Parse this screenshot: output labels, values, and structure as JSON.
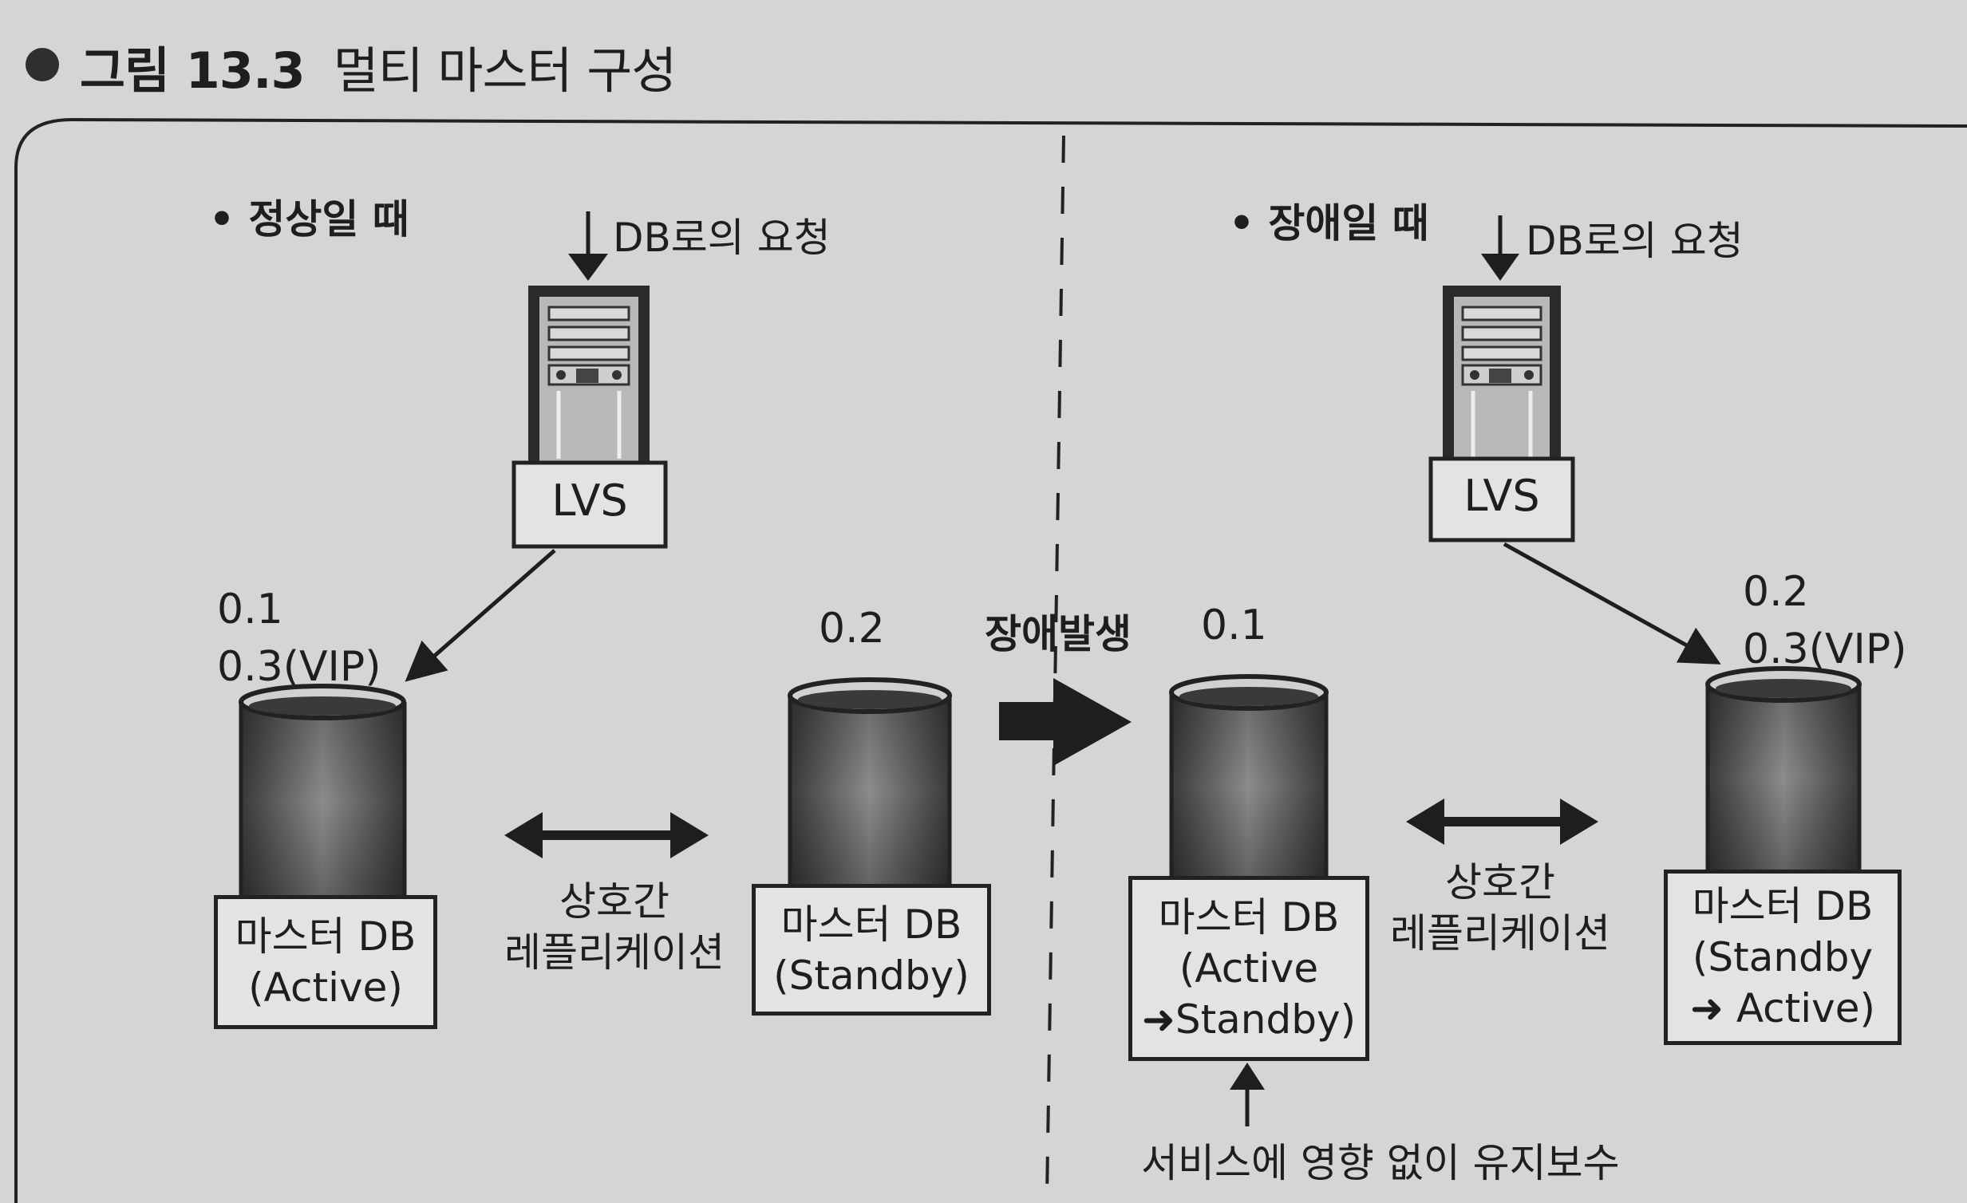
{
  "figure": {
    "number": "그림 13.3",
    "caption": "멀티 마스터 구성"
  },
  "normal": {
    "heading": "• 정상일 때",
    "request": "DB로의 요청",
    "lvs": "LVS",
    "active_ip_1": "0.1",
    "active_ip_2": "0.3(VIP)",
    "standby_ip": "0.2",
    "active_db": {
      "line1": "마스터 DB",
      "line2": "(Active)"
    },
    "standby_db": {
      "line1": "마스터 DB",
      "line2": "(Standby)"
    },
    "replication": {
      "line1": "상호간",
      "line2": "레플리케이션"
    }
  },
  "transition": {
    "label": "장애발생"
  },
  "failure": {
    "heading": "• 장애일 때",
    "request": "DB로의 요청",
    "lvs": "LVS",
    "left_ip": "0.1",
    "right_ip_1": "0.2",
    "right_ip_2": "0.3(VIP)",
    "left_db": {
      "line1": "마스터 DB",
      "line2": "(Active",
      "line3": "Standby)"
    },
    "right_db": {
      "line1": "마스터 DB",
      "line2": "(Standby",
      "line3": "Active)"
    },
    "replication": {
      "line1": "상호간",
      "line2": "레플리케이션"
    },
    "maintenance": "서비스에 영향 없이 유지보수"
  },
  "colors": {
    "background": "#d4d6d5",
    "ink": "#1e1e1e"
  }
}
